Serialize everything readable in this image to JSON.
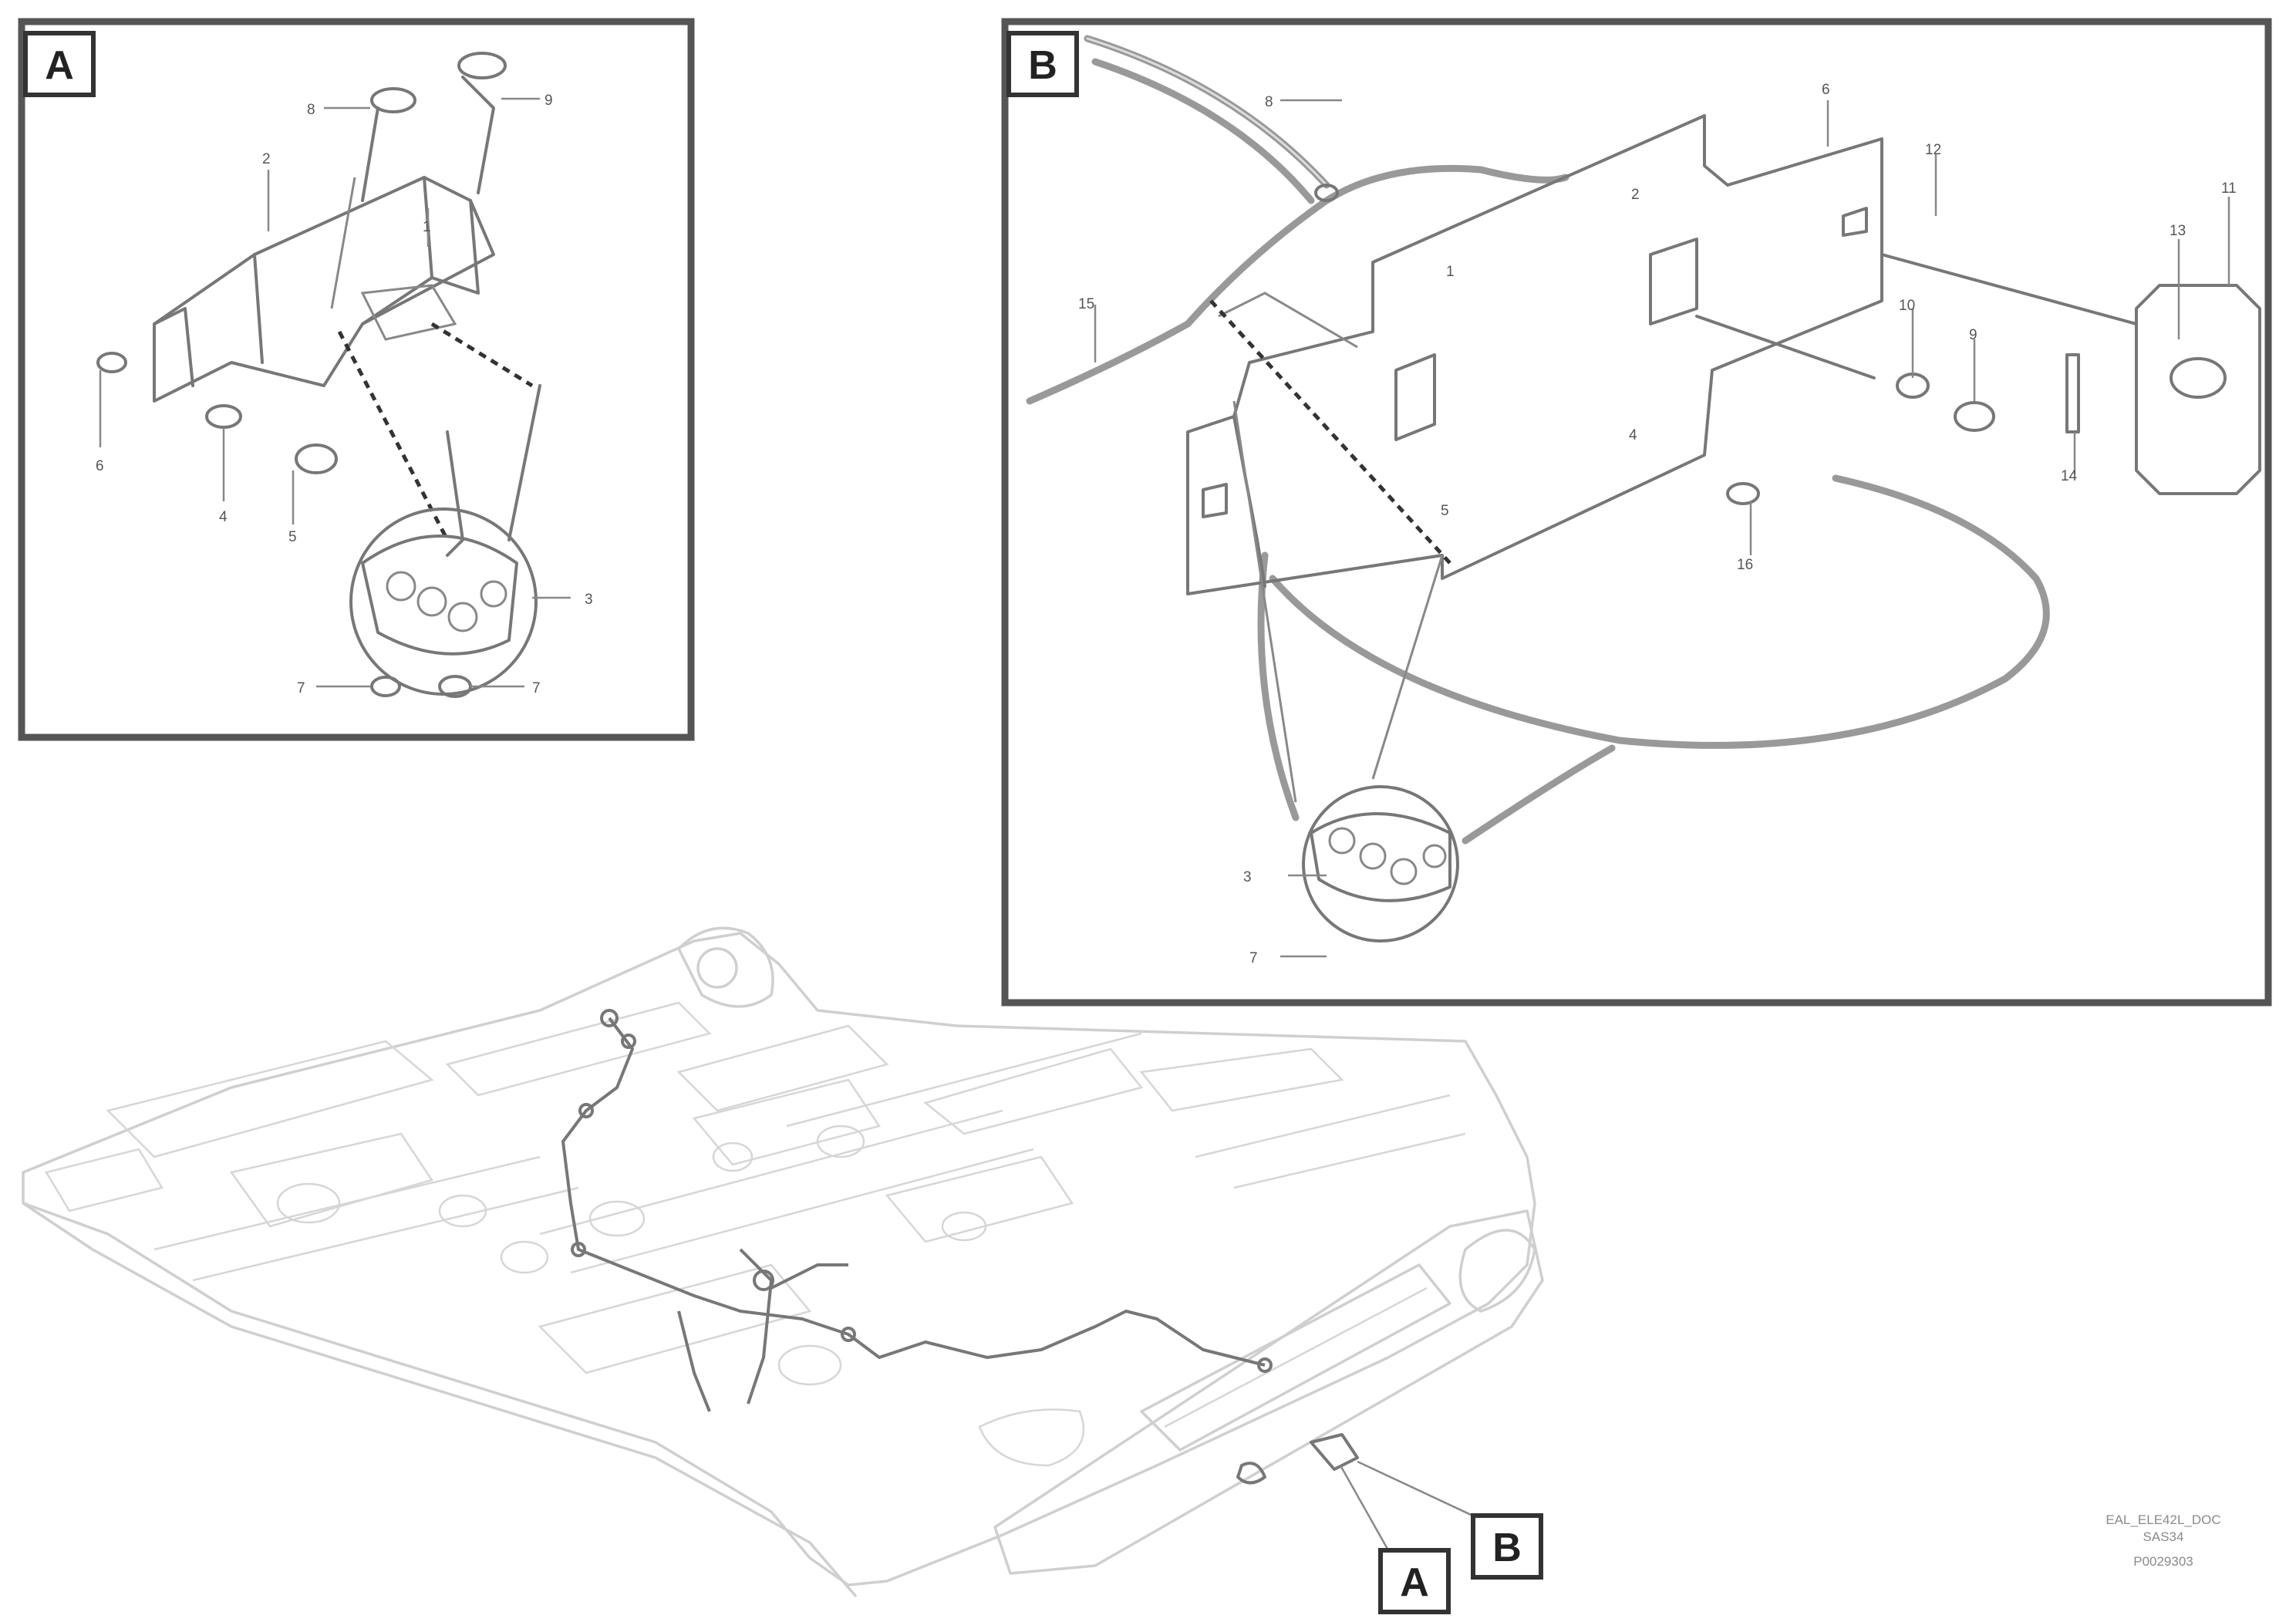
{
  "views": {
    "a": {
      "tag": "A"
    },
    "b": {
      "tag": "B"
    }
  },
  "view_a_labels": {
    "l1": "8",
    "l2": "9",
    "l3": "2",
    "l4": "1",
    "l5": "6",
    "l6": "4",
    "l7": "5",
    "l8": "3",
    "l9": "7",
    "l10": "7"
  },
  "view_b_labels": {
    "l1": "8",
    "l2": "6",
    "l3": "12",
    "l4": "11",
    "l5": "13",
    "l6": "15",
    "l7": "10",
    "l8": "9",
    "l9": "14",
    "l10": "16",
    "l11": "1",
    "l12": "2",
    "l13": "3",
    "l14": "7",
    "l15": "5",
    "l16": "4"
  },
  "callouts": {
    "a": "A",
    "b": "B"
  },
  "stamp": {
    "line1": "EAL_ELE42L_DOC",
    "line2": "SAS34",
    "line3": "P0029303"
  }
}
